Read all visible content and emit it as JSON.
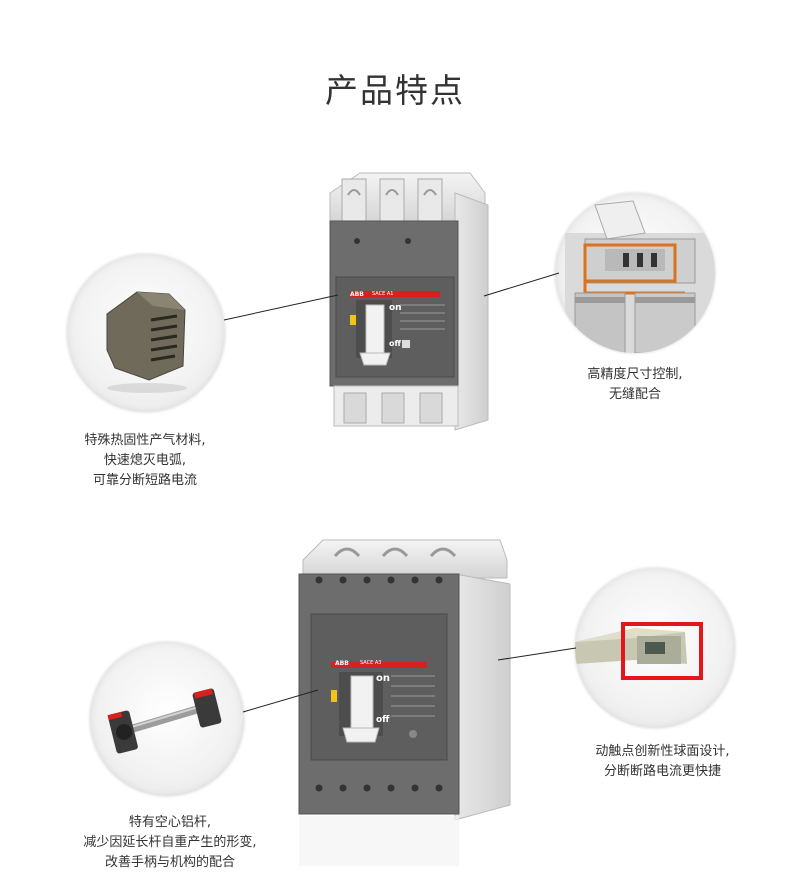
{
  "page": {
    "title": "产品特点"
  },
  "features": [
    {
      "lines": [
        "特殊热固性产气材料,",
        "快速熄灭电弧,",
        "可靠分断短路电流"
      ]
    },
    {
      "lines": [
        "高精度尺寸控制,",
        "无缝配合"
      ]
    },
    {
      "lines": [
        "特有空心铝杆,",
        "减少因延长杆自重产生的形变,",
        "改善手柄与机构的配合"
      ]
    },
    {
      "lines": [
        "动触点创新性球面设计,",
        "分断断路电流更快捷"
      ]
    }
  ],
  "breaker_small": {
    "brand": "ABB",
    "model": "SACE A1",
    "on_label": "on",
    "off_label": "off"
  },
  "breaker_large": {
    "brand": "ABB",
    "model": "SACE A3",
    "on_label": "on",
    "off_label": "off"
  },
  "colors": {
    "breaker_body": "#6d6d6d",
    "breaker_front": "#5e5e5e",
    "brand_red": "#d8201f",
    "highlight_red": "#e5161b",
    "leader_line": "#222222"
  }
}
